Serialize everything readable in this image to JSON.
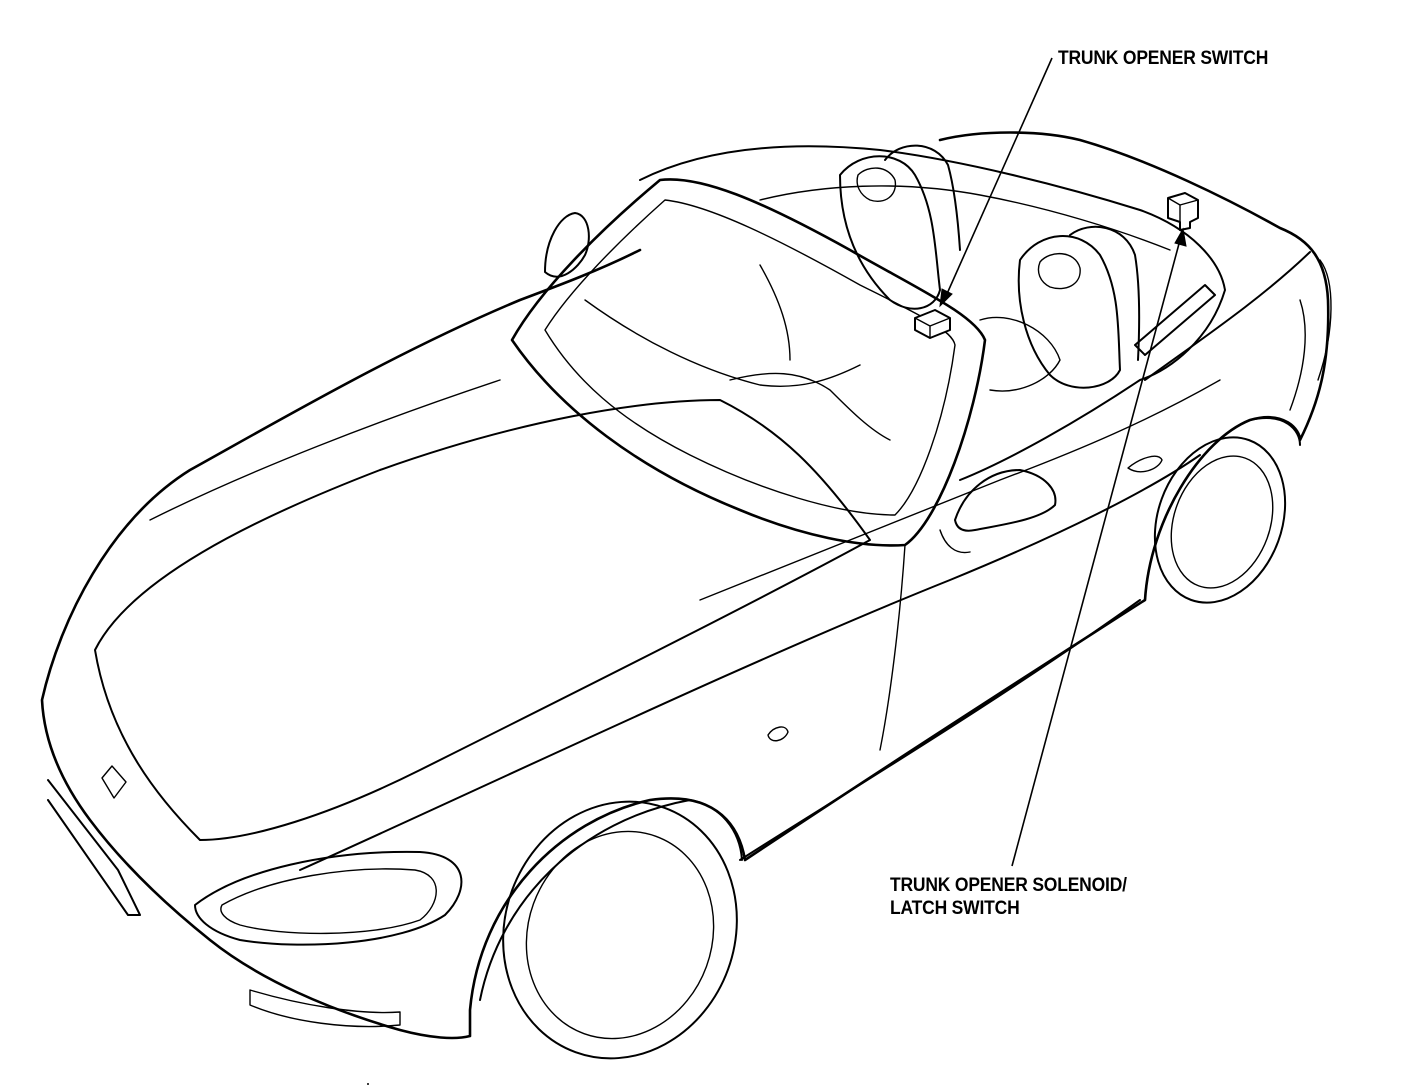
{
  "callouts": {
    "trunk_opener_switch": "TRUNK OPENER SWITCH",
    "solenoid_line1": "TRUNK OPENER SOLENOID/",
    "solenoid_line2": "LATCH SWITCH"
  }
}
